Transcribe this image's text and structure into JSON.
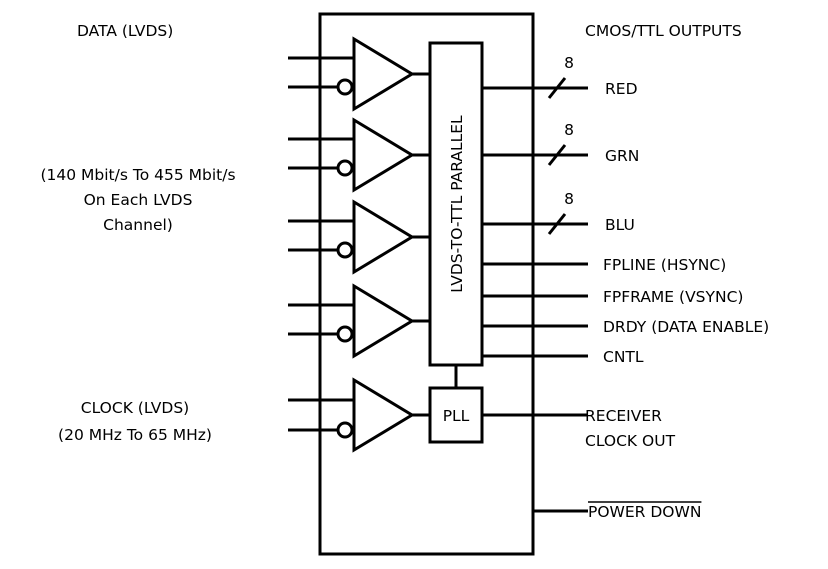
{
  "labels": {
    "data_input": "DATA (LVDS)",
    "rate_line1": "(140 Mbit/s To 455 Mbit/s",
    "rate_line2": "On Each LVDS",
    "rate_line3": "Channel)",
    "clock_line1": "CLOCK (LVDS)",
    "clock_line2": "(20 MHz To 65 MHz)",
    "outputs_title": "CMOS/TTL OUTPUTS",
    "converter": "LVDS-TO-TTL PARALLEL",
    "pll": "PLL",
    "red": "RED",
    "grn": "GRN",
    "blu": "BLU",
    "bus_width_red": "8",
    "bus_width_grn": "8",
    "bus_width_blu": "8",
    "fpline": "FPLINE (HSYNC)",
    "fpframe": "FPFRAME (VSYNC)",
    "drdy": "DRDY (DATA ENABLE)",
    "cntl": "CNTL",
    "rx_clock_line1": "RECEIVER",
    "rx_clock_line2": "CLOCK OUT",
    "power_down": "POWER DOWN"
  }
}
